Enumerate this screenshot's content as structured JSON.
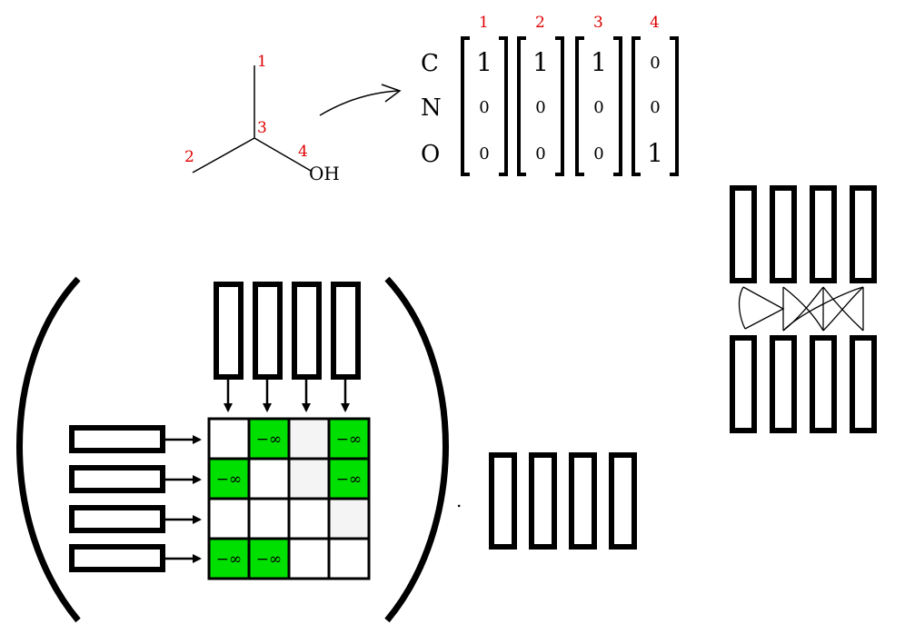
{
  "molecule": {
    "atom_numbers": [
      "1",
      "2",
      "3",
      "4"
    ],
    "oh_label": "OH"
  },
  "feature_matrix": {
    "row_labels": [
      "C",
      "N",
      "O"
    ],
    "column_numbers": [
      "1",
      "2",
      "3",
      "4"
    ],
    "columns": [
      [
        "1",
        "0",
        "0"
      ],
      [
        "1",
        "0",
        "0"
      ],
      [
        "1",
        "0",
        "0"
      ],
      [
        "0",
        "0",
        "1"
      ]
    ]
  },
  "attention_mask": {
    "cells": [
      [
        "",
        "−∞",
        "",
        "−∞"
      ],
      [
        "−∞",
        "",
        "",
        "−∞"
      ],
      [
        "",
        "",
        "",
        ""
      ],
      [
        "−∞",
        "−∞",
        "",
        ""
      ]
    ],
    "cell_states": [
      [
        "white",
        "green",
        "light",
        "green"
      ],
      [
        "green",
        "white",
        "light",
        "green"
      ],
      [
        "white",
        "white",
        "white",
        "light"
      ],
      [
        "green",
        "green",
        "white",
        "white"
      ]
    ]
  },
  "dot_symbol": ".",
  "colors": {
    "mask_green": "#00e000",
    "mask_light": "#f4f4f4",
    "atom_number_red": "#e00000",
    "stroke": "#000000"
  }
}
